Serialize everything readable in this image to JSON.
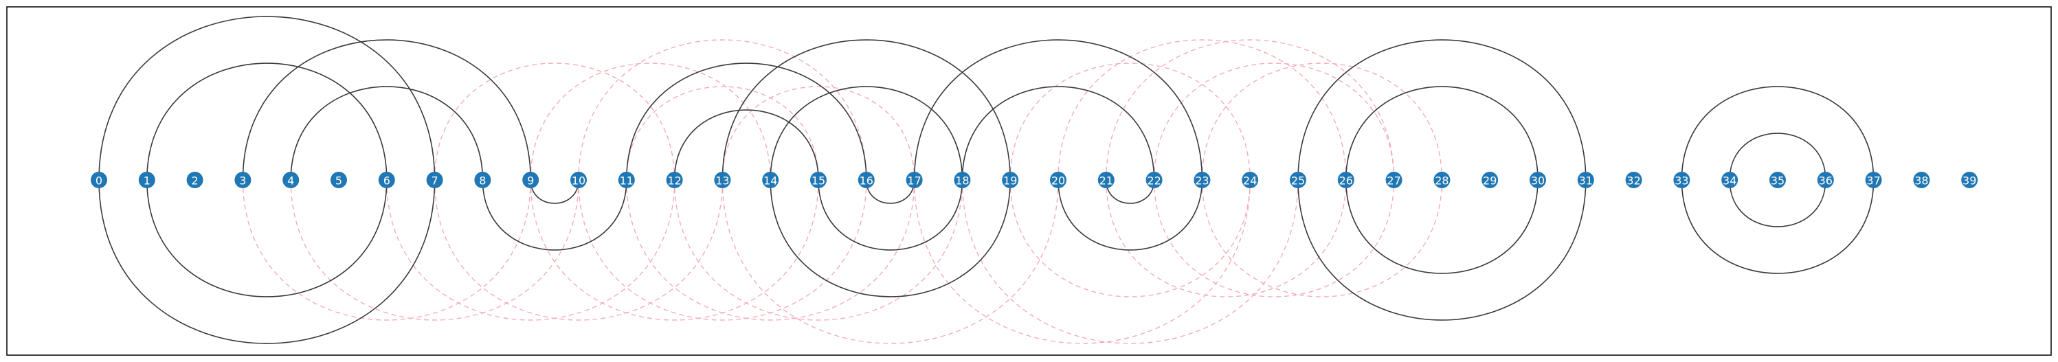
{
  "colors": {
    "node": "#1f77b4",
    "node_label": "#ffffff",
    "solid_arc": "#3a3a3a",
    "dashed_arc": "#f4a7b3",
    "frame": "#000000"
  },
  "nodes": [
    "0",
    "1",
    "2",
    "3",
    "4",
    "5",
    "6",
    "7",
    "8",
    "9",
    "10",
    "11",
    "12",
    "13",
    "14",
    "15",
    "16",
    "17",
    "18",
    "19",
    "20",
    "21",
    "22",
    "23",
    "24",
    "25",
    "26",
    "27",
    "28",
    "29",
    "30",
    "31",
    "32",
    "33",
    "34",
    "35",
    "36",
    "37",
    "38",
    "39"
  ],
  "solid_arcs": [
    {
      "a": 0,
      "b": 7,
      "side": "above"
    },
    {
      "a": 1,
      "b": 6,
      "side": "above"
    },
    {
      "a": 3,
      "b": 9,
      "side": "above"
    },
    {
      "a": 4,
      "b": 8,
      "side": "above"
    },
    {
      "a": 11,
      "b": 16,
      "side": "above"
    },
    {
      "a": 12,
      "b": 15,
      "side": "above"
    },
    {
      "a": 13,
      "b": 19,
      "side": "above"
    },
    {
      "a": 14,
      "b": 18,
      "side": "above"
    },
    {
      "a": 17,
      "b": 23,
      "side": "above"
    },
    {
      "a": 18,
      "b": 22,
      "side": "above"
    },
    {
      "a": 25,
      "b": 31,
      "side": "above"
    },
    {
      "a": 26,
      "b": 30,
      "side": "above"
    },
    {
      "a": 33,
      "b": 37,
      "side": "above"
    },
    {
      "a": 34,
      "b": 36,
      "side": "above"
    },
    {
      "a": 0,
      "b": 7,
      "side": "below"
    },
    {
      "a": 1,
      "b": 6,
      "side": "below"
    },
    {
      "a": 8,
      "b": 11,
      "side": "below"
    },
    {
      "a": 9,
      "b": 10,
      "side": "below"
    },
    {
      "a": 14,
      "b": 19,
      "side": "below"
    },
    {
      "a": 15,
      "b": 18,
      "side": "below"
    },
    {
      "a": 16,
      "b": 17,
      "side": "below"
    },
    {
      "a": 20,
      "b": 23,
      "side": "below"
    },
    {
      "a": 21,
      "b": 22,
      "side": "below"
    },
    {
      "a": 25,
      "b": 31,
      "side": "below"
    },
    {
      "a": 26,
      "b": 30,
      "side": "below"
    },
    {
      "a": 33,
      "b": 37,
      "side": "below"
    },
    {
      "a": 34,
      "b": 36,
      "side": "below"
    }
  ],
  "dashed_arcs": [
    {
      "a": 10,
      "b": 16,
      "side": "above"
    },
    {
      "a": 7,
      "b": 12,
      "side": "above"
    },
    {
      "a": 9,
      "b": 14,
      "side": "above"
    },
    {
      "a": 11,
      "b": 15,
      "side": "above"
    },
    {
      "a": 13,
      "b": 17,
      "side": "above"
    },
    {
      "a": 19,
      "b": 24,
      "side": "above"
    },
    {
      "a": 20,
      "b": 26,
      "side": "above"
    },
    {
      "a": 21,
      "b": 27,
      "side": "above"
    },
    {
      "a": 22,
      "b": 27,
      "side": "above"
    },
    {
      "a": 23,
      "b": 28,
      "side": "above"
    },
    {
      "a": 3,
      "b": 9,
      "side": "below"
    },
    {
      "a": 4,
      "b": 10,
      "side": "below"
    },
    {
      "a": 6,
      "b": 12,
      "side": "below"
    },
    {
      "a": 7,
      "b": 13,
      "side": "below"
    },
    {
      "a": 9,
      "b": 15,
      "side": "below"
    },
    {
      "a": 10,
      "b": 16,
      "side": "below"
    },
    {
      "a": 11,
      "b": 17,
      "side": "below"
    },
    {
      "a": 12,
      "b": 18,
      "side": "below"
    },
    {
      "a": 13,
      "b": 20,
      "side": "below"
    },
    {
      "a": 17,
      "b": 24,
      "side": "below"
    },
    {
      "a": 18,
      "b": 25,
      "side": "below"
    },
    {
      "a": 19,
      "b": 24,
      "side": "below"
    },
    {
      "a": 21,
      "b": 26,
      "side": "below"
    },
    {
      "a": 22,
      "b": 27,
      "side": "below"
    },
    {
      "a": 23,
      "b": 28,
      "side": "below"
    }
  ]
}
